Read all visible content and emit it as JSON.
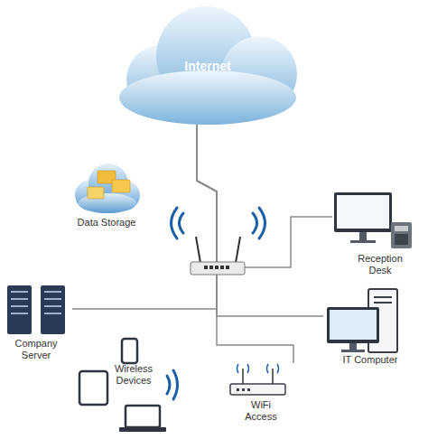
{
  "diagram": {
    "nodes": [
      {
        "text": [
          "Internet"
        ]
      },
      {
        "text": [
          "Data Storage"
        ]
      },
      {
        "text": [
          "Reception Desk"
        ]
      },
      {
        "text": [
          "Company Server"
        ]
      },
      {
        "text": [
          "IT Computer"
        ]
      },
      {
        "text": [
          "Wireless Devices"
        ]
      },
      {
        "text": [
          "WiFi Access"
        ]
      }
    ],
    "edges": [
      {
        "from": 0,
        "to": 3,
        "arrow": "none"
      },
      {
        "from": 0,
        "to": 2,
        "arrow": "none"
      },
      {
        "from": 0,
        "to": 4,
        "arrow": "none"
      },
      {
        "from": 0,
        "to": 6,
        "arrow": "none"
      }
    ]
  }
}
